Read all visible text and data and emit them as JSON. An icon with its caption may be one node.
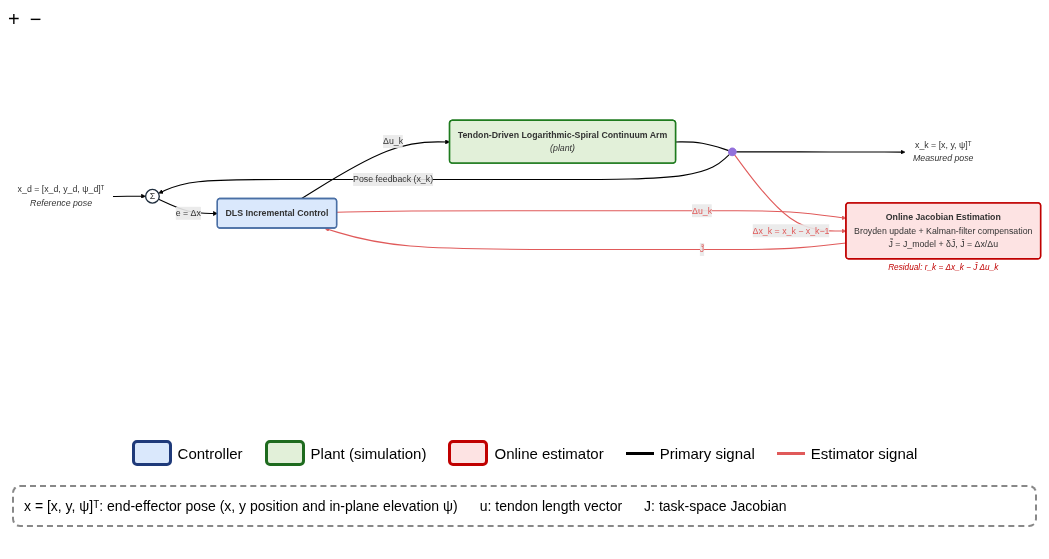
{
  "diagram": {
    "nodes": [
      {
        "text": [
          "x_d = [x_d, y_d, ψ_d]ᵀ"
        ],
        "beside": [
          "Reference pose"
        ]
      },
      {
        "text": [
          "Σ"
        ]
      },
      {
        "text": [
          "DLS Incremental Control"
        ]
      },
      {
        "text": [
          "Tendon-Driven Logarithmic-Spiral Continuum Arm",
          "(plant)"
        ]
      },
      {
        "text": [],
        "shape": "circle"
      },
      {
        "text": [
          "x_k = [x, y, ψ]ᵀ"
        ],
        "beside": [
          "Measured pose"
        ]
      },
      {
        "text": [
          "Online Jacobian Estimation",
          "Broyden update + Kalman-filter compensation",
          "J̃ = J_model + δĴ,  Ĵ = Δx/Δu"
        ],
        "beside": [
          "Residual: r_k = Δx_k − Ĵ Δu_k"
        ]
      }
    ],
    "edges": [
      {
        "from": 0,
        "to": 1,
        "arrow": "to"
      },
      {
        "from": 1,
        "to": 2,
        "arrow": "to",
        "label": "e = Δx"
      },
      {
        "from": 2,
        "to": 3,
        "arrow": "to",
        "label": "Δu_k"
      },
      {
        "from": 3,
        "to": 4,
        "arrow": "none"
      },
      {
        "from": 4,
        "to": 5,
        "arrow": "to"
      },
      {
        "from": 2,
        "to": 6,
        "arrow": "to",
        "label": "Δu_k",
        "color": "#e05a5a"
      },
      {
        "from": 6,
        "to": 2,
        "arrow": "to",
        "label": "J̃",
        "color": "#e05a5a"
      },
      {
        "from": 4,
        "to": 6,
        "arrow": "to",
        "label": "Δx_k = x_k − x_k−1",
        "color": "#e05a5a"
      },
      {
        "from": 4,
        "to": 1,
        "arrow": "to",
        "label": "Pose feedback (x_k)"
      }
    ],
    "labels": [
      "+",
      "−",
      "x = [x, y, ψ]ᵀ: end-effector pose (x, y position and in-plane elevation ψ)",
      "u: tendon length vector",
      "J: task-space Jacobian"
    ],
    "legend": [
      {
        "text": "Controller",
        "color": "#dae8fc"
      },
      {
        "text": "Plant (simulation)",
        "color": "#e2f0d9"
      },
      {
        "text": "Online estimator",
        "color": "#fde3e3"
      },
      {
        "text": "Primary signal"
      },
      {
        "text": "Estimator signal"
      }
    ]
  }
}
